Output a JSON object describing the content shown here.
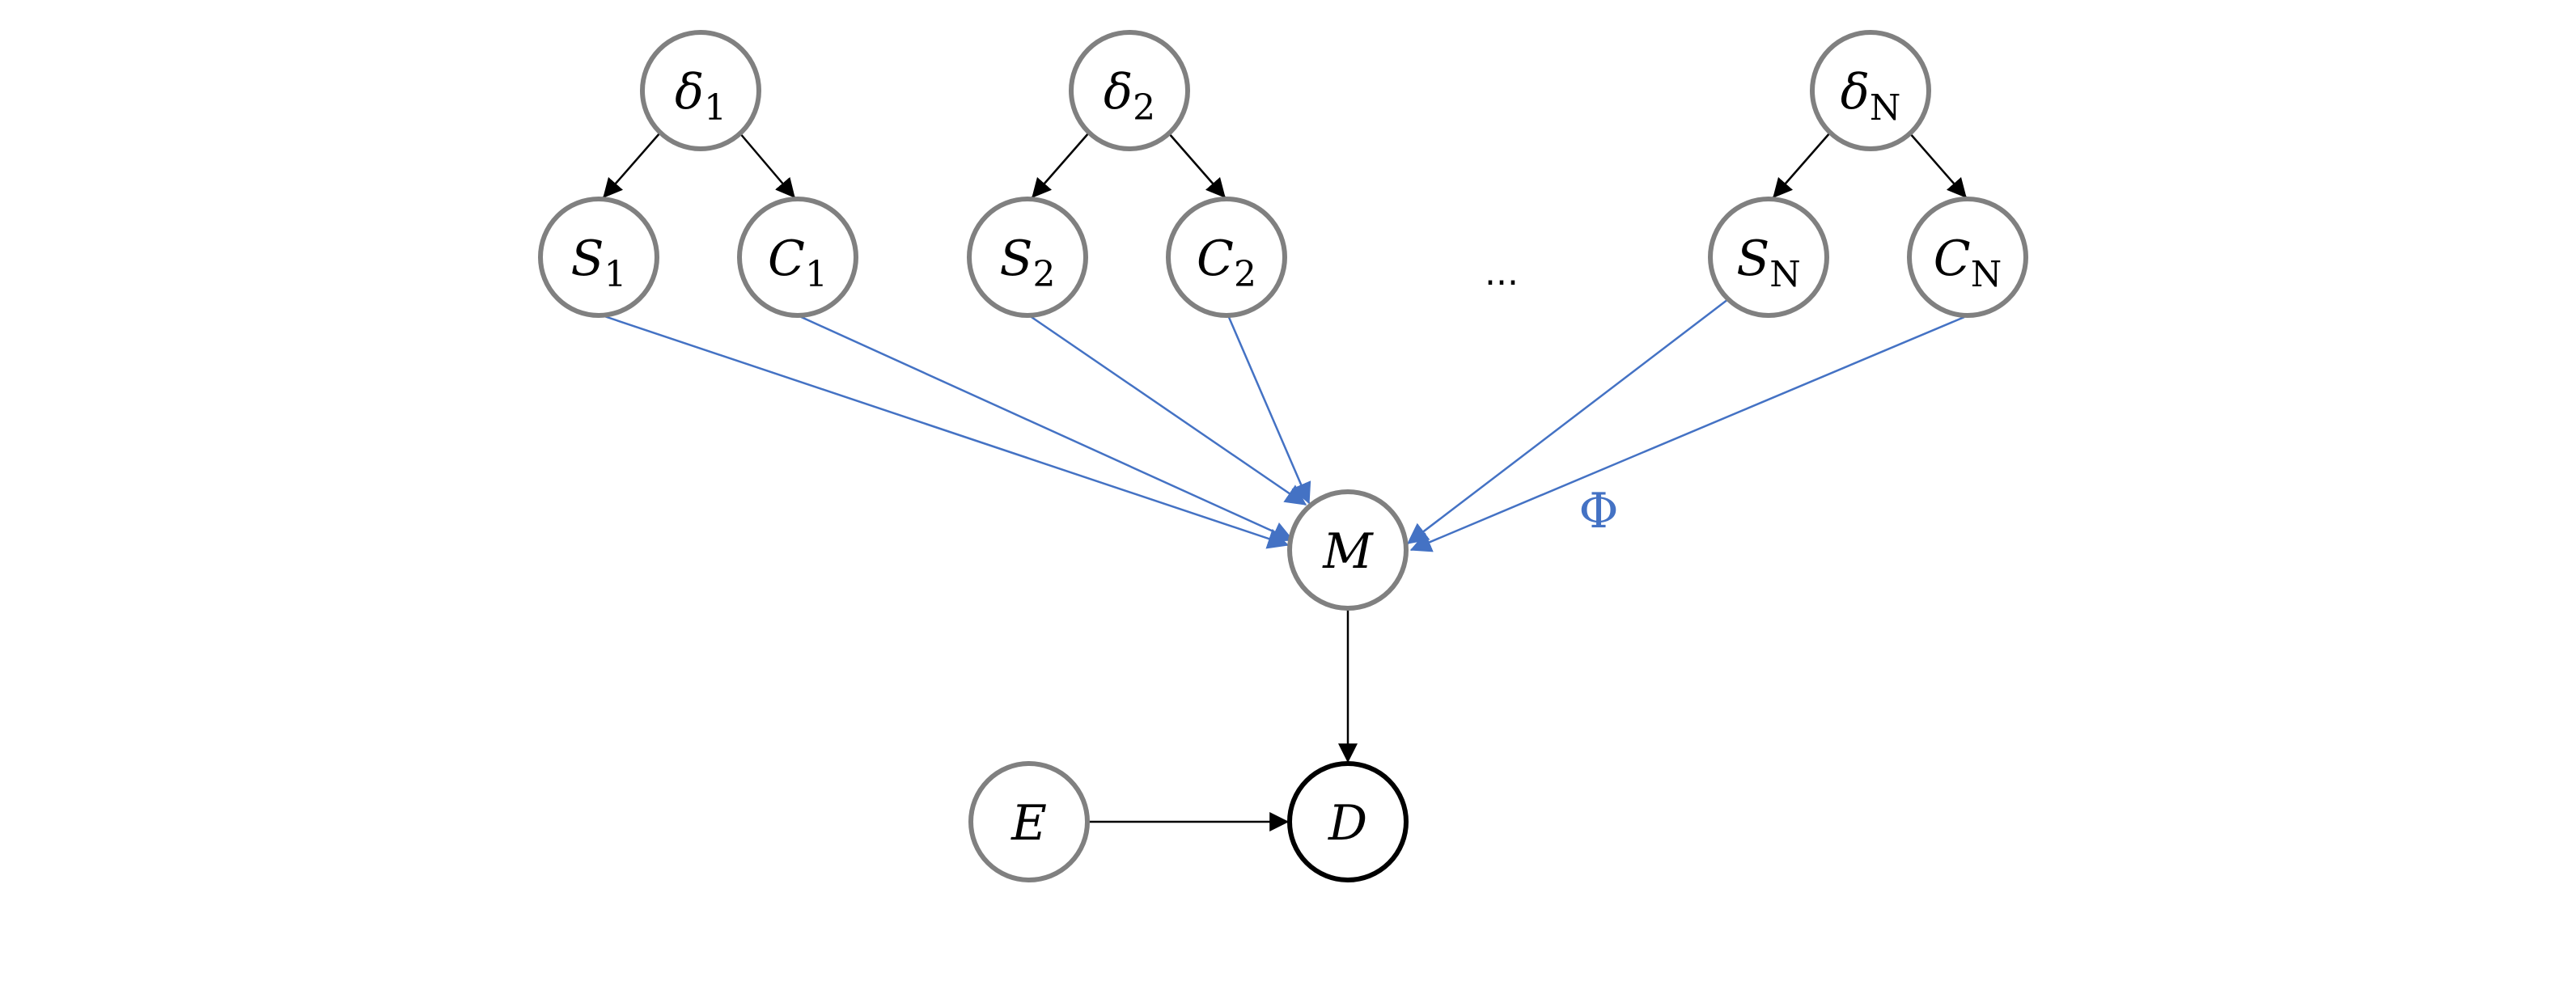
{
  "diagram": {
    "nodes": {
      "delta1": {
        "main": "δ",
        "sub": "1"
      },
      "delta2": {
        "main": "δ",
        "sub": "2"
      },
      "deltaN": {
        "main": "δ",
        "sub": "N"
      },
      "s1": {
        "main": "S",
        "sub": "1"
      },
      "c1": {
        "main": "C",
        "sub": "1"
      },
      "s2": {
        "main": "S",
        "sub": "2"
      },
      "c2": {
        "main": "C",
        "sub": "2"
      },
      "sN": {
        "main": "S",
        "sub": "N"
      },
      "cN": {
        "main": "C",
        "sub": "N"
      },
      "m": {
        "main": "M"
      },
      "e": {
        "main": "E"
      },
      "d": {
        "main": "D"
      }
    },
    "ellipsis": "...",
    "phi_label": "Φ",
    "colors": {
      "node_border": "#808080",
      "observed_border": "#000000",
      "blue_edge": "#4472c4",
      "black_edge": "#000000"
    }
  }
}
